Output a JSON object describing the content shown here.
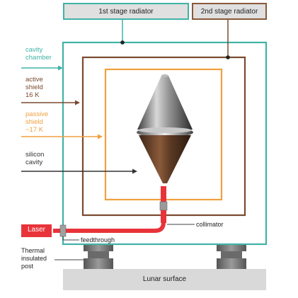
{
  "radiators": {
    "first": "1st stage radiator",
    "second": "2nd stage radiator"
  },
  "left_labels": {
    "cavity_chamber": [
      "cavity",
      "chamber"
    ],
    "active_shield": [
      "active",
      "shield",
      "16 K"
    ],
    "passive_shield": [
      "passive",
      "shield",
      "~17 K"
    ],
    "silicon_cavity": [
      "silicon",
      "cavity"
    ]
  },
  "callouts": {
    "collimator": "collimator",
    "feedthrough": "feedthrough",
    "laser": "Laser",
    "thermal_post": [
      "Thermal",
      "insulated",
      "post"
    ],
    "lunar_surface": "Lunar surface"
  },
  "colors": {
    "cavity_chamber": "#3fb3a7",
    "active_shield": "#7a4a2e",
    "passive_shield": "#f0a040",
    "silicon_cavity": "#333333",
    "laser": "#e8333a",
    "radiator_fill": "#e0e0e0",
    "surface_fill": "#d9d9d9",
    "post_fill": "#707070"
  }
}
